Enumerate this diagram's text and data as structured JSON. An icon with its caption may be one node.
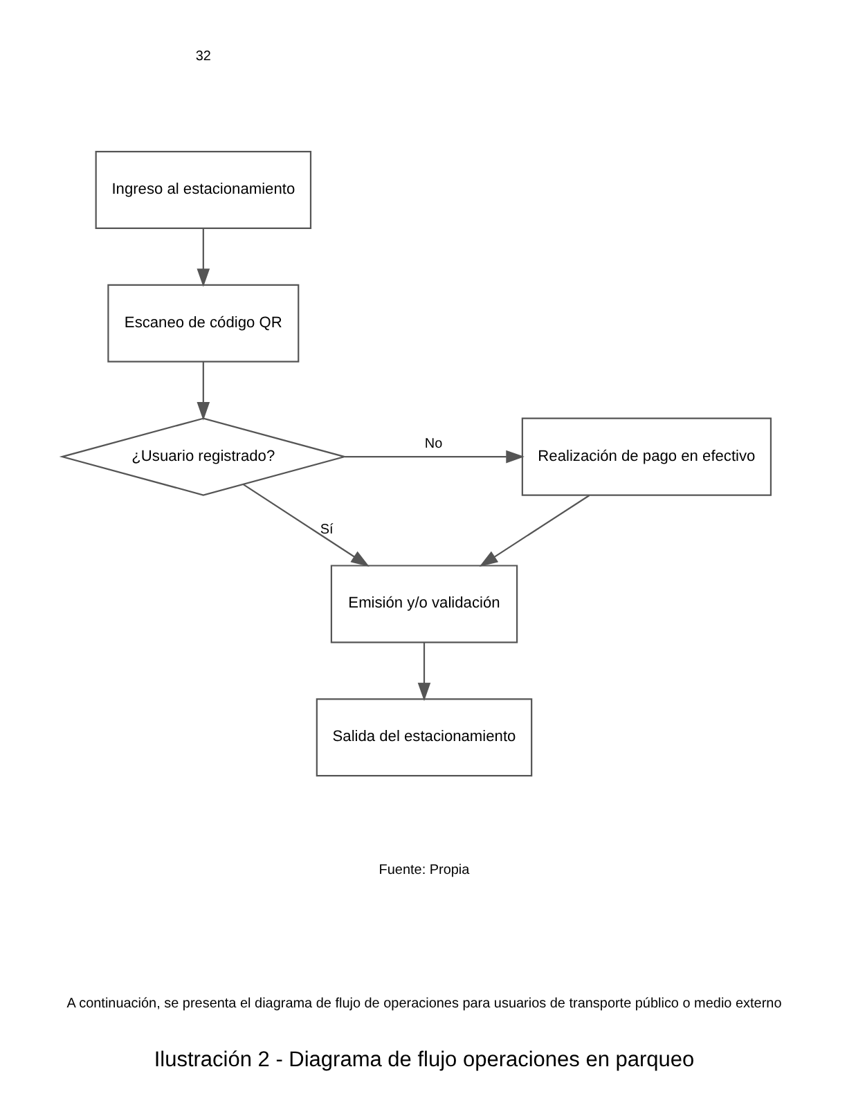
{
  "diagram": {
    "caption": "Ilustración 2 - Diagrama de flujo operaciones en parqueo",
    "nodes": [
      {
        "text": [
          "Ingreso al estacionamiento"
        ]
      },
      {
        "text": [
          "Escaneo de código QR"
        ]
      },
      {
        "text": [
          "¿Usuario registrado?"
        ]
      },
      {
        "text": [
          "Realización de pago en efectivo"
        ]
      },
      {
        "text": [
          "Emisión y/o validación"
        ]
      },
      {
        "text": [
          "Salida del estacionamiento"
        ]
      }
    ],
    "edges": [
      {
        "from": 0,
        "to": 1,
        "arrow": "to"
      },
      {
        "from": 1,
        "to": 2,
        "arrow": "to"
      },
      {
        "from": 2,
        "to": 3,
        "arrow": "to",
        "label": "No"
      },
      {
        "from": 2,
        "to": 4,
        "arrow": "to",
        "label": "Sí"
      },
      {
        "from": 3,
        "to": 4,
        "arrow": "to"
      },
      {
        "from": 4,
        "to": 5,
        "arrow": "to"
      }
    ],
    "labels": [
      "32",
      "Fuente: Propia",
      "A continuación, se presenta el diagrama de flujo de operaciones para usuarios de transporte público o medio externo"
    ]
  }
}
